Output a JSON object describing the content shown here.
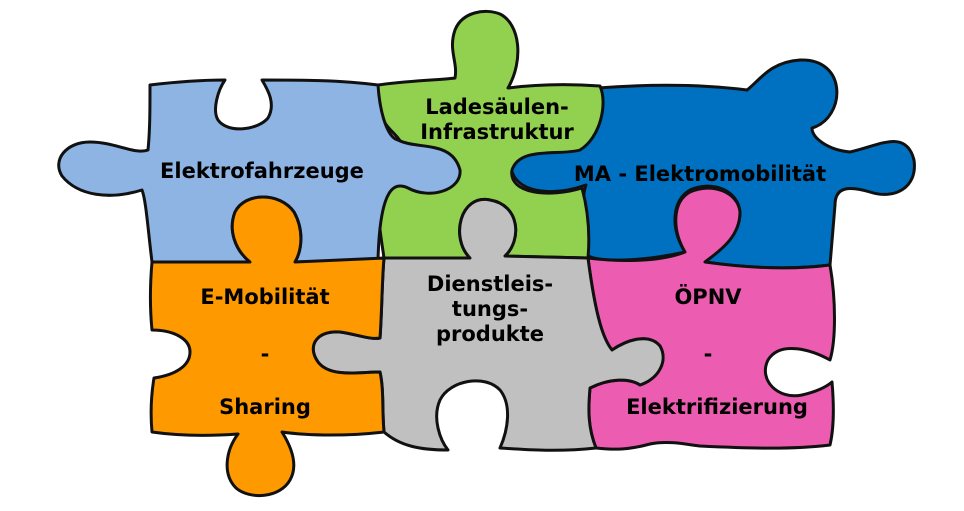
{
  "pieces": [
    {
      "id": "elektrofahrzeuge",
      "color": "#8eb4e3",
      "lines": [
        "Elektrofahrzeuge"
      ]
    },
    {
      "id": "ladesaeulen",
      "color": "#92d050",
      "lines": [
        "Ladesäulen-",
        "Infrastruktur"
      ]
    },
    {
      "id": "ma-elektromobilitaet",
      "color": "#0070c0",
      "lines": [
        "MA - Elektromobilität"
      ]
    },
    {
      "id": "e-mobilitaet-sharing",
      "color": "#ff9900",
      "lines": [
        "E-Mobilität",
        "-",
        "Sharing"
      ]
    },
    {
      "id": "dienstleistungsprodukte",
      "color": "#c0c0c0",
      "lines": [
        "Dienstleis-",
        "tungs-",
        "produkte"
      ]
    },
    {
      "id": "oepnv-elektrifizierung",
      "color": "#ec5cb0",
      "lines": [
        "ÖPNV",
        "-",
        "Elektrifizierung"
      ]
    }
  ]
}
